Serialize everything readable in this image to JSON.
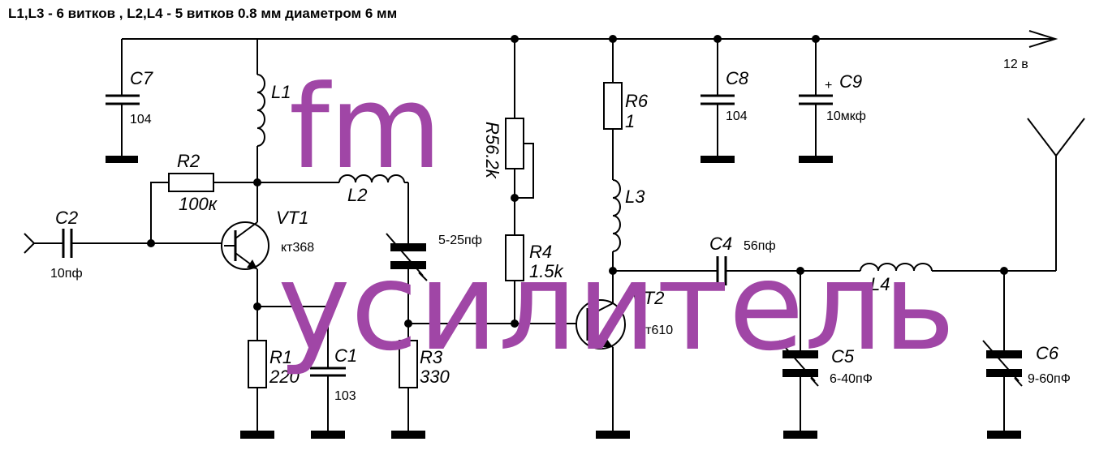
{
  "title": "L1,L3 - 6 витков , L2,L4 - 5 витков 0.8 мм диаметром 6 мм",
  "supply": "12 в",
  "components": {
    "C7": {
      "name": "C7",
      "value": "104"
    },
    "C8": {
      "name": "C8",
      "value": "104"
    },
    "C9": {
      "name": "C9",
      "value": "10мкф",
      "polarity": "+"
    },
    "L1": {
      "name": "L1"
    },
    "L2": {
      "name": "L2"
    },
    "L3": {
      "name": "L3"
    },
    "L4": {
      "name": "L4"
    },
    "R2": {
      "name": "R2",
      "value": "100к"
    },
    "R5": {
      "name": "R5",
      "value": "6.2k"
    },
    "R6": {
      "name": "R6",
      "value": "1"
    },
    "R4": {
      "name": "R4",
      "value": "1.5k"
    },
    "R1": {
      "name": "R1",
      "value": "220"
    },
    "R3": {
      "name": "R3",
      "value": "330"
    },
    "C2": {
      "name": "C2",
      "value": "10пф"
    },
    "C1": {
      "name": "C1",
      "value": "103"
    },
    "C3": {
      "value": "5-25пф"
    },
    "C4": {
      "name": "C4",
      "value": "56пф"
    },
    "C5": {
      "name": "C5",
      "value": "6-40пФ"
    },
    "C6": {
      "name": "C6",
      "value": "9-60пФ"
    },
    "VT1": {
      "name": "VT1",
      "value": "кт368"
    },
    "VT2": {
      "name": "VT2",
      "value": "кт610"
    }
  },
  "watermark": {
    "line1": "fm",
    "line2": "усилитель",
    "color": "#a046a6"
  }
}
